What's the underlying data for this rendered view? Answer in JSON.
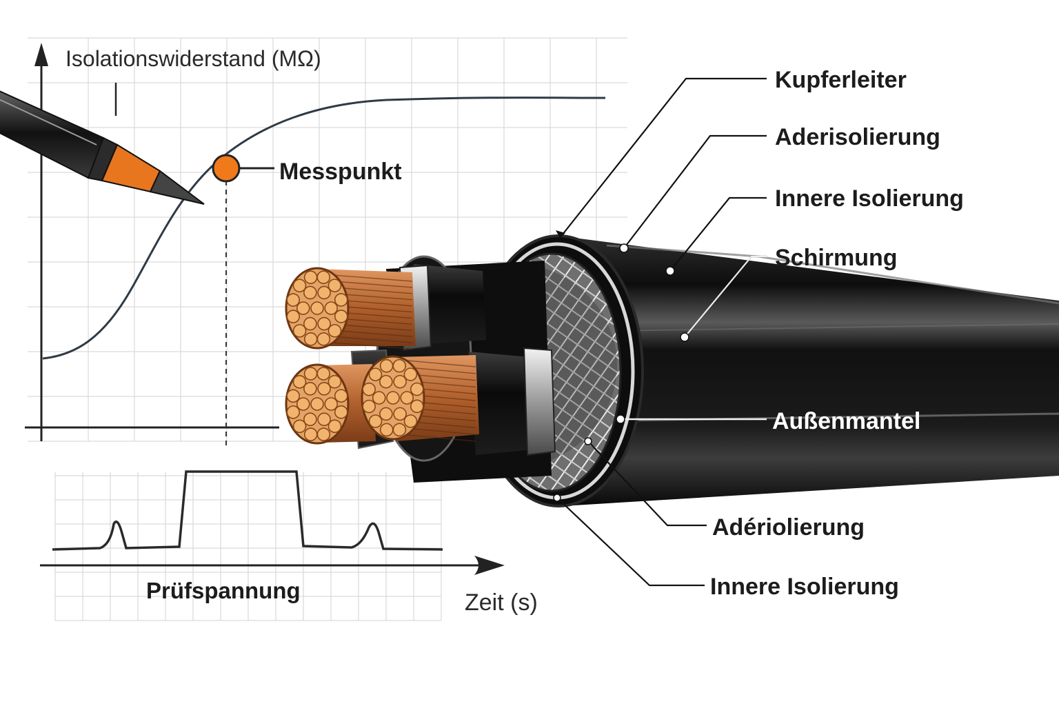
{
  "chart": {
    "y_axis_title": "Isolationswiderstand (MΩ)",
    "marker_label": "Messpunkt",
    "lower_trace_label": "Prüfspannung",
    "x_axis_title": "Zeit (s)",
    "curve_color": "#2f3a45",
    "marker_color": "#f07a1a"
  },
  "cable": {
    "labels": {
      "kupferleiter": "Kupferleiter",
      "aderisolierung": "Aderisolierung",
      "innere_isolierung_top": "Innere Isolierung",
      "schirmung": "Schirmung",
      "aussenmantel": "Außenmantel",
      "aderiolierung": "Adériolierung",
      "innere_isolierung_bottom": "Innere Isolierung"
    },
    "colors": {
      "jacket": "#151515",
      "copper": "#c9773a",
      "copper_face": "#f0b46e",
      "probe_tip": "#e8761e"
    }
  }
}
